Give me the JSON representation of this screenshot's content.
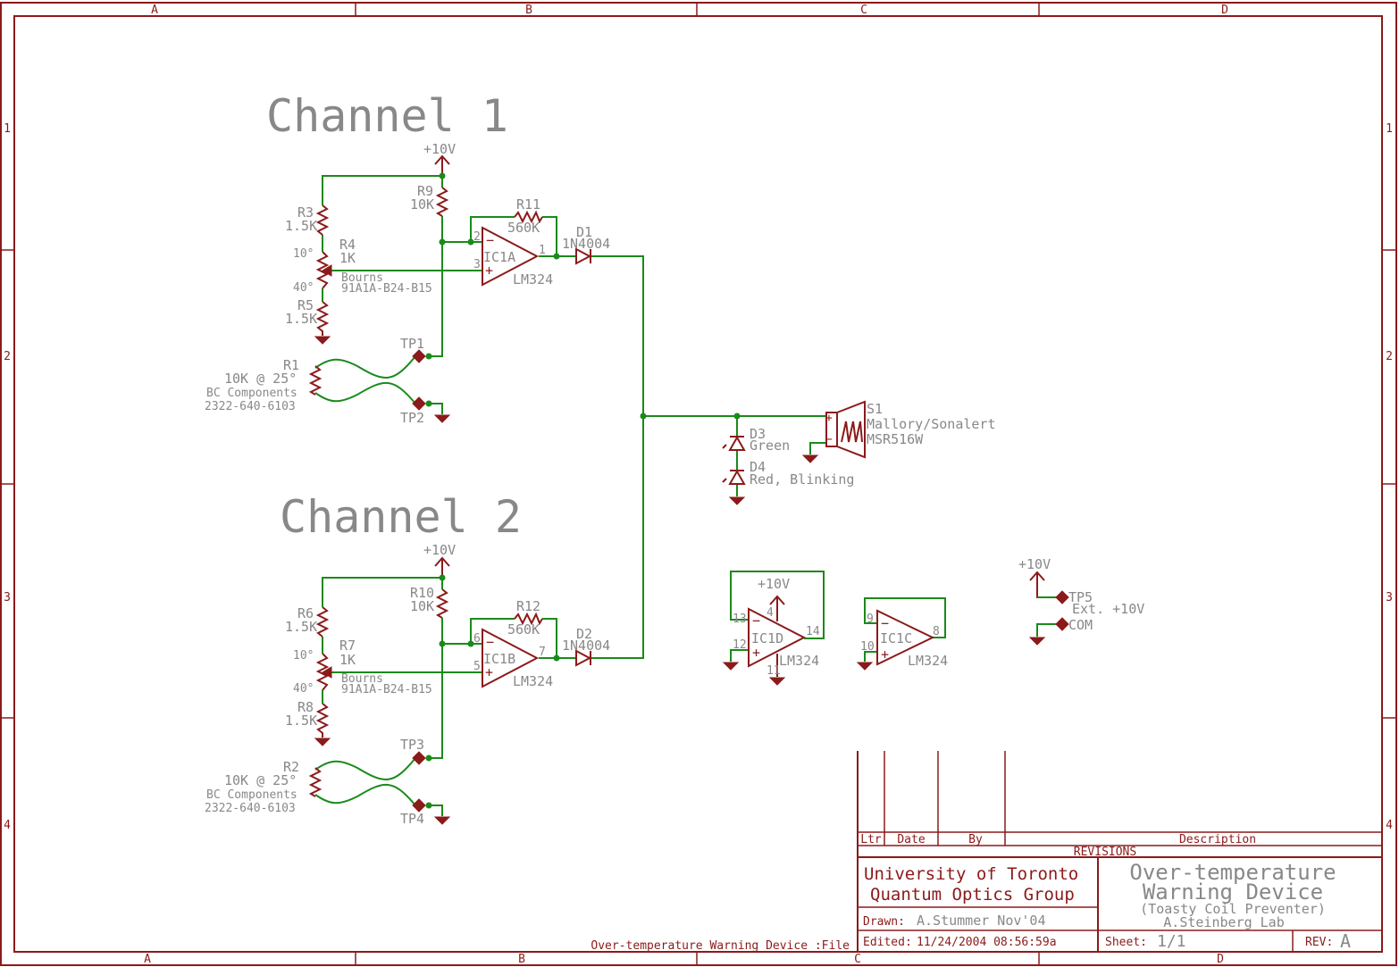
{
  "border": {
    "columns": [
      "A",
      "B",
      "C",
      "D"
    ],
    "rows": [
      "1",
      "2",
      "3",
      "4"
    ]
  },
  "channel1": {
    "title": "Channel 1",
    "supply": "+10V",
    "r3": {
      "name": "R3",
      "value": "1.5K"
    },
    "r4": {
      "name": "R4",
      "value": "1K",
      "mfr": "Bourns",
      "part": "91A1A-B24-B15",
      "top": "10°",
      "bottom": "40°"
    },
    "r5": {
      "name": "R5",
      "value": "1.5K"
    },
    "r9": {
      "name": "R9",
      "value": "10K"
    },
    "r11": {
      "name": "R11",
      "value": "560K"
    },
    "r1": {
      "name": "R1",
      "value": "10K @ 25°",
      "mfr": "BC Components",
      "part": "2322-640-6103"
    },
    "opamp": {
      "name": "IC1A",
      "part": "LM324",
      "pin_minus": "2",
      "pin_plus": "3",
      "pin_out": "1"
    },
    "diode": {
      "name": "D1",
      "part": "1N4004"
    },
    "tp_a": "TP1",
    "tp_b": "TP2"
  },
  "channel2": {
    "title": "Channel 2",
    "supply": "+10V",
    "r6": {
      "name": "R6",
      "value": "1.5K"
    },
    "r7": {
      "name": "R7",
      "value": "1K",
      "mfr": "Bourns",
      "part": "91A1A-B24-B15",
      "top": "10°",
      "bottom": "40°"
    },
    "r8": {
      "name": "R8",
      "value": "1.5K"
    },
    "r10": {
      "name": "R10",
      "value": "10K"
    },
    "r12": {
      "name": "R12",
      "value": "560K"
    },
    "r2": {
      "name": "R2",
      "value": "10K @ 25°",
      "mfr": "BC Components",
      "part": "2322-640-6103"
    },
    "opamp": {
      "name": "IC1B",
      "part": "LM324",
      "pin_minus": "6",
      "pin_plus": "5",
      "pin_out": "7"
    },
    "diode": {
      "name": "D2",
      "part": "1N4004"
    },
    "tp_a": "TP3",
    "tp_b": "TP4"
  },
  "output": {
    "s1": {
      "name": "S1",
      "mfr": "Mallory/Sonalert",
      "part": "MSR516W"
    },
    "d3": {
      "name": "D3",
      "value": "Green"
    },
    "d4": {
      "name": "D4",
      "value": "Red, Blinking"
    }
  },
  "spare": {
    "ic1d": {
      "name": "IC1D",
      "part": "LM324",
      "supply": "+10V",
      "pin_minus": "13",
      "pin_plus": "12",
      "pin_out": "14",
      "pin_v": "4",
      "pin_gnd": "11"
    },
    "ic1c": {
      "name": "IC1C",
      "part": "LM324",
      "pin_minus": "9",
      "pin_plus": "10",
      "pin_out": "8"
    }
  },
  "power": {
    "supply": "+10V",
    "tp5": "TP5",
    "tp5_label": "Ext. +10V",
    "com": "COM"
  },
  "title_block": {
    "rev_headers": {
      "ltr": "Ltr",
      "date": "Date",
      "by": "By",
      "desc": "Description"
    },
    "revisions": "REVISIONS",
    "org1": "University of Toronto",
    "org2": "Quantum Optics Group",
    "drawn_label": "Drawn:",
    "drawn_value": "A.Stummer Nov'04",
    "edited_label": "Edited:",
    "edited_value": "11/24/2004 08:56:59a",
    "title1": "Over-temperature",
    "title2": "Warning Device",
    "subtitle": "(Toasty Coil Preventer)",
    "lab": "A.Steinberg Lab",
    "sheet_label": "Sheet:",
    "sheet_value": "1/1",
    "rev_label": "REV:",
    "rev_value": "A"
  },
  "file_label": "Over-temperature Warning Device :File"
}
